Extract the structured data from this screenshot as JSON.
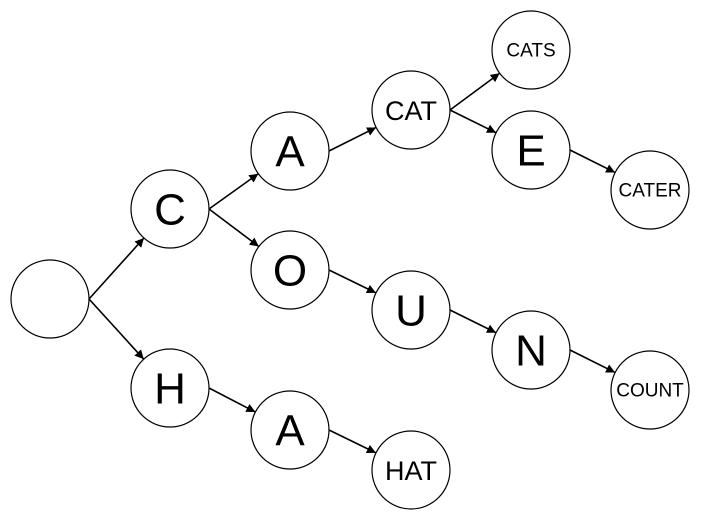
{
  "diagram": {
    "type": "trie",
    "nodes": [
      {
        "id": "root",
        "label": ""
      },
      {
        "id": "c",
        "label": "C"
      },
      {
        "id": "h",
        "label": "H"
      },
      {
        "id": "ca",
        "label": "A"
      },
      {
        "id": "co",
        "label": "O"
      },
      {
        "id": "ha",
        "label": "A"
      },
      {
        "id": "cat",
        "label": "CAT"
      },
      {
        "id": "cou",
        "label": "U"
      },
      {
        "id": "hat",
        "label": "HAT"
      },
      {
        "id": "cats",
        "label": "CATS"
      },
      {
        "id": "cate",
        "label": "E"
      },
      {
        "id": "coun",
        "label": "N"
      },
      {
        "id": "cater",
        "label": "CATER"
      },
      {
        "id": "count",
        "label": "COUNT"
      }
    ],
    "edges": [
      {
        "from": "root",
        "to": "c"
      },
      {
        "from": "root",
        "to": "h"
      },
      {
        "from": "c",
        "to": "ca"
      },
      {
        "from": "c",
        "to": "co"
      },
      {
        "from": "h",
        "to": "ha"
      },
      {
        "from": "ca",
        "to": "cat"
      },
      {
        "from": "co",
        "to": "cou"
      },
      {
        "from": "ha",
        "to": "hat"
      },
      {
        "from": "cat",
        "to": "cats"
      },
      {
        "from": "cat",
        "to": "cate"
      },
      {
        "from": "cou",
        "to": "coun"
      },
      {
        "from": "cate",
        "to": "cater"
      },
      {
        "from": "coun",
        "to": "count"
      }
    ]
  }
}
